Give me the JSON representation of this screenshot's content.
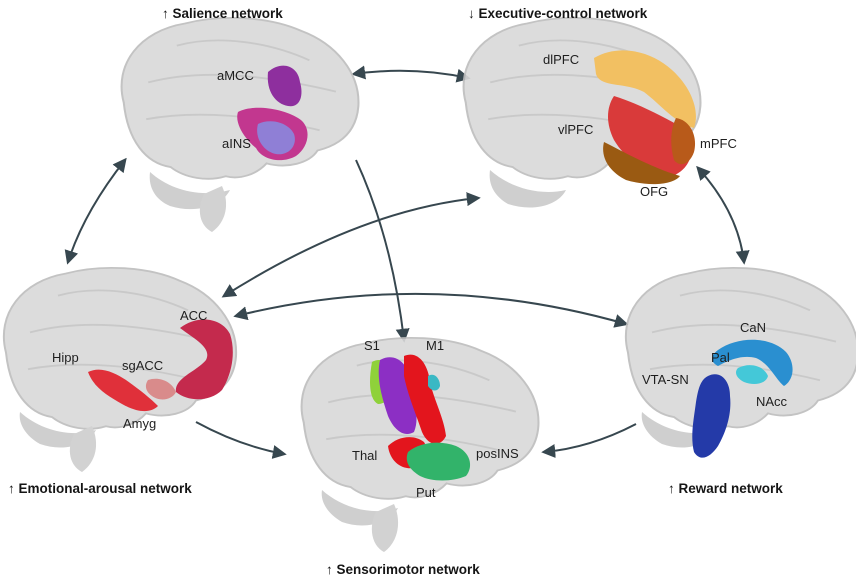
{
  "networks": {
    "salience": {
      "title": "↑ Salience network",
      "regions": {
        "amcc": "aMCC",
        "ains": "aINS"
      }
    },
    "executive": {
      "title": "↓ Executive-control network",
      "regions": {
        "dlpfc": "dlPFC",
        "vlpfc": "vlPFC",
        "mpfc": "mPFC",
        "ofg": "OFG"
      }
    },
    "emotional": {
      "title": "↑ Emotional-arousal network",
      "regions": {
        "acc": "ACC",
        "hipp": "Hipp",
        "sgacc": "sgACC",
        "amyg": "Amyg"
      }
    },
    "sensorimotor": {
      "title": "↑ Sensorimotor network",
      "regions": {
        "s1": "S1",
        "m1": "M1",
        "thal": "Thal",
        "put": "Put",
        "posins": "posINS"
      }
    },
    "reward": {
      "title": "↑ Reward network",
      "regions": {
        "can": "CaN",
        "pal": "Pal",
        "vtasn": "VTA-SN",
        "nacc": "NAcc"
      }
    }
  },
  "colors": {
    "brain_fill": "#d9d9d9",
    "brain_stroke": "#bdbdbd",
    "arrow": "#37474f",
    "salience_purple": "#8e2f9e",
    "salience_magenta": "#c2378f",
    "salience_lavender": "#8f7fd6",
    "exec_yellow": "#f2c062",
    "exec_red": "#d93a3a",
    "exec_brown": "#9a5a12",
    "emo_crimson": "#c42a4d",
    "emo_red": "#e0303a",
    "emo_pink": "#d98b8b",
    "sm_purple": "#8c2fc4",
    "sm_red": "#e3151d",
    "sm_lime": "#8fd13a",
    "sm_green": "#32b36a",
    "sm_cyan": "#3ab8c4",
    "rew_blue": "#2a8fd0",
    "rew_cyan": "#44c8d8",
    "rew_navy": "#243aa8"
  }
}
